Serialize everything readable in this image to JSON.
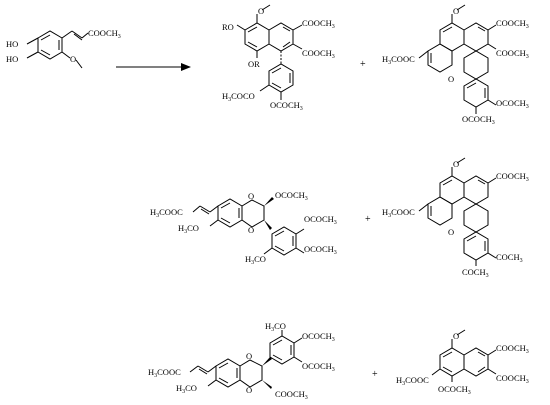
{
  "scheme": {
    "reactant": {
      "ho_top": "HO",
      "ho_bottom": "HO",
      "ester": "COOCH",
      "ester_sub": "3",
      "methoxy": "O"
    },
    "arrow_label": "",
    "row1": {
      "p1": {
        "meo": "O",
        "ro": "RO",
        "or": "OR",
        "ester1": "COOCH",
        "ester1_sub": "3",
        "ester2": "COOCH",
        "ester2_sub": "3",
        "acet1": "H",
        "acet1_sub": "3",
        "acet1_rest": "COCO",
        "acet2": "OCOCH",
        "acet2_sub": "3"
      },
      "plus": "+",
      "p2": {
        "meo": "O",
        "left": "H",
        "left_sub": "3",
        "left_rest": "COOC",
        "ester1": "COOCH",
        "ester1_sub": "3",
        "ester2": "COOCH",
        "ester2_sub": "3",
        "ring_o": "O",
        "ac1": "OCOCH",
        "ac1_sub": "3",
        "ac2": "OCOCH",
        "ac2_sub": "3"
      }
    },
    "row2": {
      "p3": {
        "left": "H",
        "left_sub": "3",
        "left_rest": "COOC",
        "ococh3": "OCOCH",
        "ococh3_sub": "3",
        "meo": "H",
        "meo_sub": "3",
        "meo_rest": "CO",
        "o1": "O",
        "o2": "O",
        "ac1": "OCOCH",
        "ac1_sub": "3",
        "ac2": "OCOCH",
        "ac2_sub": "3",
        "meo2": "H",
        "meo2_sub": "3",
        "meo2_rest": "CO"
      },
      "plus": "+",
      "p4": {
        "meo": "O",
        "left": "H",
        "left_sub": "3",
        "left_rest": "COOC",
        "ester": "COOCH",
        "ester_sub": "3",
        "ring_o": "O",
        "ac1": "OCH",
        "ac1_pre": "C",
        "ac1_sub": "3",
        "ac2": "COCH",
        "ac2_sub": "3"
      }
    },
    "row3": {
      "p5": {
        "left": "H",
        "left_sub": "3",
        "left_rest": "COOC",
        "meo": "H",
        "meo_sub": "3",
        "meo_rest": "CO",
        "o1": "O",
        "o2": "O",
        "cooch3": "COOCH",
        "cooch3_sub": "3",
        "h3co": "H",
        "h3co_sub": "3",
        "h3co_rest": "CO",
        "ac1": "OCOCH",
        "ac1_sub": "3",
        "ac2": "OCOCH",
        "ac2_sub": "3"
      },
      "plus": "+",
      "p6": {
        "meo": "O",
        "left": "H",
        "left_sub": "3",
        "left_rest": "COOC",
        "ester1": "COOCH",
        "ester1_sub": "3",
        "ester2": "COOCH",
        "ester2_sub": "3",
        "ac": "OCOCH",
        "ac_sub": "3"
      }
    }
  }
}
